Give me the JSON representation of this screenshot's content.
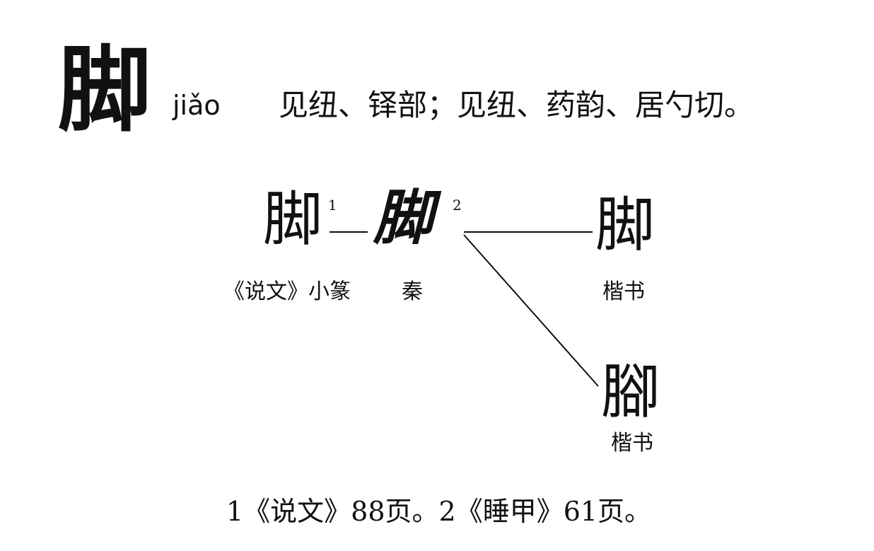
{
  "entry": {
    "character": "脚",
    "pinyin": "jiǎo",
    "fanqie": "见纽、铎部；见纽、药韵、居勺切。"
  },
  "forms": [
    {
      "glyph": "脚",
      "label": "《说文》小篆",
      "note_marker": "1"
    },
    {
      "glyph": "脚",
      "label": "秦",
      "note_marker": "2"
    },
    {
      "glyph": "脚",
      "label": "楷书"
    },
    {
      "glyph": "腳",
      "label": "楷书"
    }
  ],
  "footnote": "1《说文》88页。2《睡甲》61页。"
}
